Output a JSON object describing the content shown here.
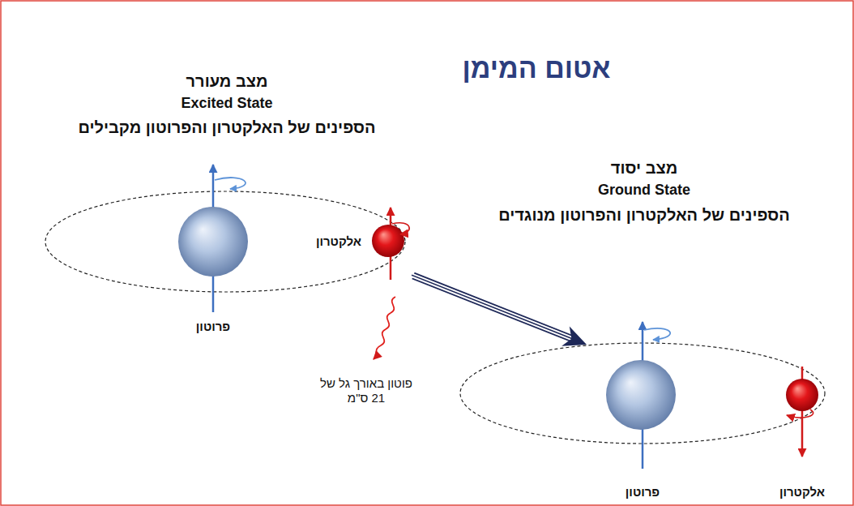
{
  "diagram": {
    "title": "אטום המימן",
    "labels": [
      "מצב מעורר",
      "Excited State",
      "הספינים של האלקטרון והפרוטון מקבילים",
      "אלקטרון",
      "פרוטון",
      "פוטון באורך גל של 21 ס\"מ",
      "מצב יסוד",
      "Ground State",
      "הספינים של האלקטרון והפרוטון מנוגדים",
      "פרוטון",
      "אלקטרון"
    ]
  }
}
